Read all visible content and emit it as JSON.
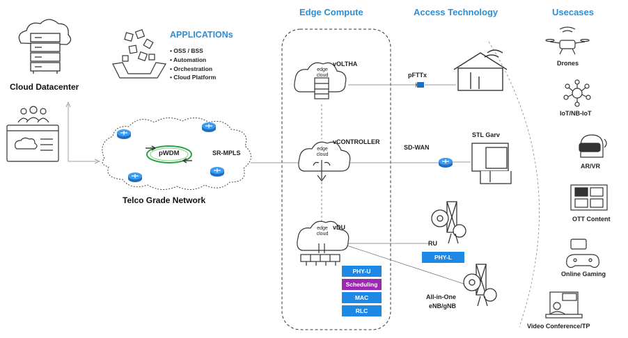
{
  "headers": {
    "edge_compute": "Edge Compute",
    "access_technology": "Access Technology",
    "usecases": "Usecases"
  },
  "applications": {
    "title": "APPLICATIONs",
    "items": [
      "OSS / BSS",
      "Automation",
      "Orchestration",
      "Cloud Platform"
    ]
  },
  "cloud_datacenter": "Cloud Datacenter",
  "telco_network": {
    "label": "Telco Grade Network",
    "pwdm": "pWDM",
    "sr_mpls": "SR-MPLS"
  },
  "edge_nodes": {
    "cloud_text": "edge cloud",
    "voltha": "vOLTHA",
    "vcontroller": "vCONTROLLER",
    "vdu": "vDU"
  },
  "vdu_stack": [
    {
      "label": "PHY-U",
      "color": "#1e88e5"
    },
    {
      "label": "Scheduling",
      "color": "#9c27b0"
    },
    {
      "label": "MAC",
      "color": "#1e88e5"
    },
    {
      "label": "RLC",
      "color": "#1e88e5"
    }
  ],
  "access": {
    "pfttx": "pFTTx",
    "sdwan": "SD-WAN",
    "stl_garv": "STL Garv",
    "ru": "RU",
    "phy_l": "PHY-L",
    "allinone_line1": "All-in-One",
    "allinone_line2": "eNB/gNB"
  },
  "usecases": [
    "Drones",
    "IoT/NB-IoT",
    "AR/VR",
    "OTT Content",
    "Online Gaming",
    "Video Conference/TP"
  ],
  "colors": {
    "accent": "#2a8fd6",
    "blue_box": "#1e88e5",
    "purple_box": "#9c27b0",
    "router": "#2f8fe6"
  }
}
